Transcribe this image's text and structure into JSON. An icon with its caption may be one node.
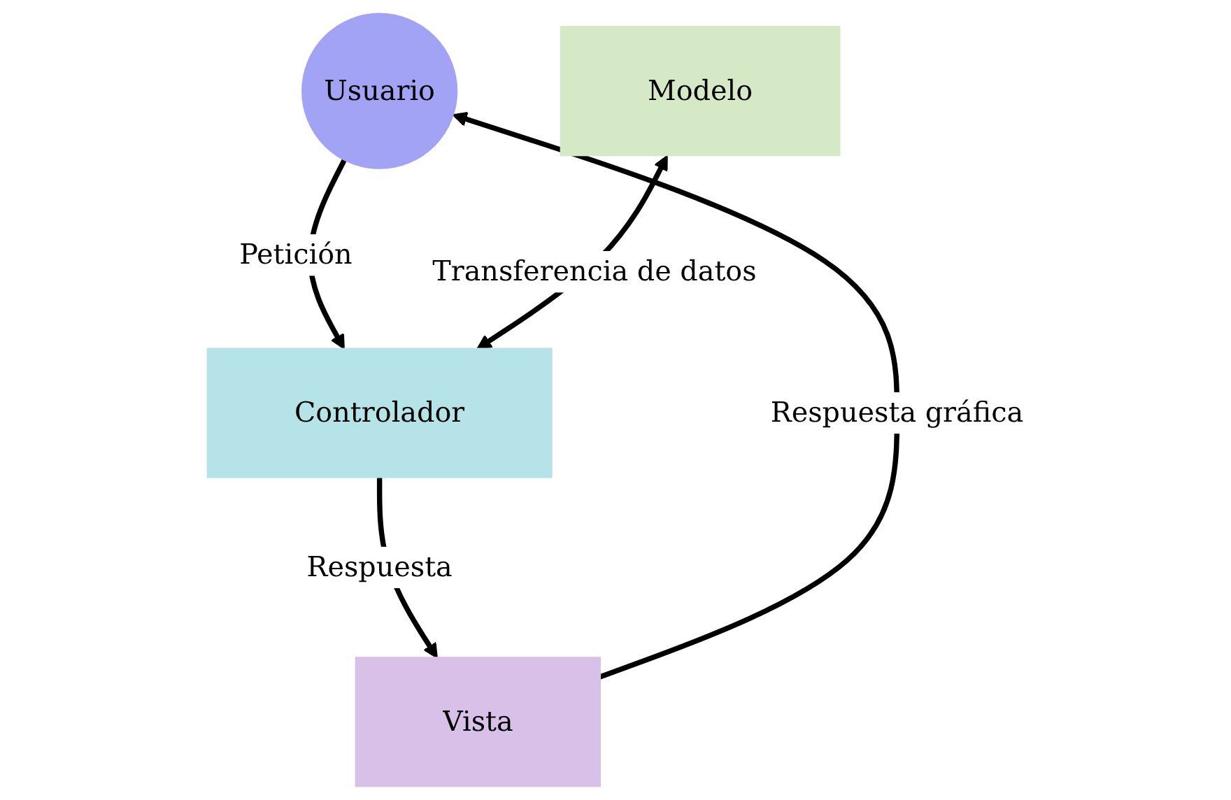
{
  "diagram": {
    "nodes": [
      {
        "text": [
          "Usuario"
        ]
      },
      {
        "text": [
          "Modelo"
        ]
      },
      {
        "text": [
          "Controlador"
        ]
      },
      {
        "text": [
          "Vista"
        ]
      }
    ],
    "edges": [
      {
        "from": 0,
        "to": 2,
        "arrow": "to",
        "label": "Petición"
      },
      {
        "from": 1,
        "to": 2,
        "arrow": "both",
        "label": "Transferencia de datos"
      },
      {
        "from": 2,
        "to": 3,
        "arrow": "to",
        "label": "Respuesta"
      },
      {
        "from": 3,
        "to": 0,
        "arrow": "to",
        "label": "Respuesta gráfica"
      }
    ]
  }
}
